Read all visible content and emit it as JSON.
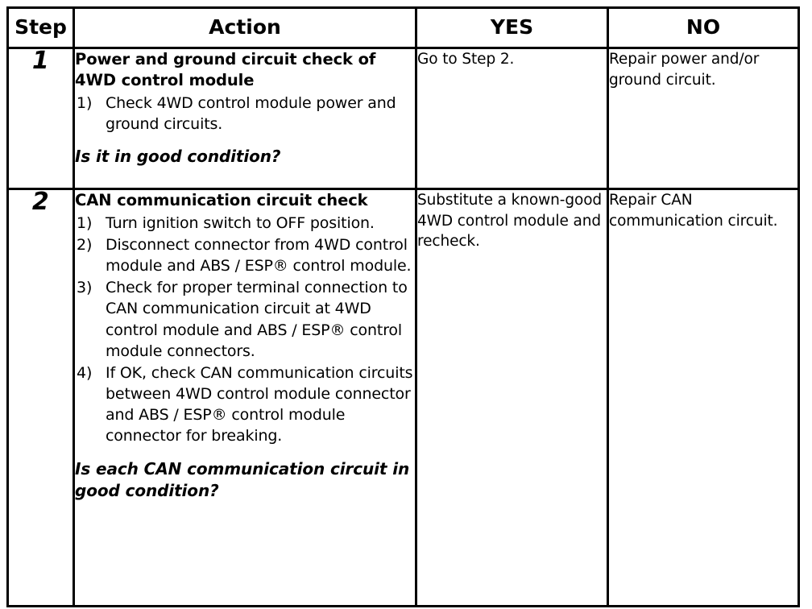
{
  "table": {
    "headers": {
      "step": "Step",
      "action": "Action",
      "yes": "YES",
      "no": "NO"
    },
    "rows": [
      {
        "step": "1",
        "action": {
          "title": "Power and ground circuit check of 4WD control module",
          "items": [
            {
              "marker": "1)",
              "text": "Check 4WD control module power and ground circuits."
            }
          ],
          "question": "Is it in good condition?"
        },
        "yes": "Go to Step 2.",
        "no": "Repair power and/or ground circuit."
      },
      {
        "step": "2",
        "action": {
          "title": "CAN communication circuit check",
          "items": [
            {
              "marker": "1)",
              "text": "Turn ignition switch to OFF position."
            },
            {
              "marker": "2)",
              "text": "Disconnect connector from 4WD control module and ABS / ESP® control module."
            },
            {
              "marker": "3)",
              "text": "Check for proper terminal connection to CAN communication circuit at 4WD control module and ABS / ESP® control module connectors."
            },
            {
              "marker": "4)",
              "text": "If OK, check CAN communication circuits between 4WD control module connector and ABS / ESP® control module connector for breaking."
            }
          ],
          "question": "Is each CAN communication circuit in good condition?"
        },
        "yes": "Substitute a known-good 4WD control module and recheck.",
        "no": "Repair CAN communication circuit."
      }
    ]
  },
  "colors": {
    "border": "#000000",
    "text": "#000000",
    "background": "#ffffff"
  }
}
